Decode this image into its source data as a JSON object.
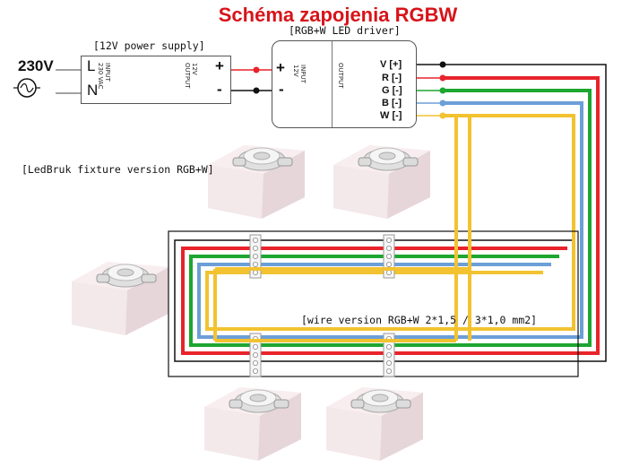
{
  "title": "Schéma zapojenia RGBW",
  "colors": {
    "title": "#d7141a",
    "red": "#e8232a",
    "green": "#1da630",
    "blue": "#6b9fd8",
    "yellow": "#f2c230",
    "black": "#111111"
  },
  "mains": {
    "voltage": "230V",
    "l": "L",
    "n": "N"
  },
  "power_supply": {
    "label": "[12V power supply]",
    "input_text": "INPUT",
    "input_vac": "230 VAC",
    "output_text": "OUTPUT",
    "output_v": "12V",
    "plus": "+",
    "minus": "-"
  },
  "driver": {
    "label": "[RGB+W LED driver]",
    "input_text": "INPUT",
    "input_v": "12V",
    "output_text": "OUTPUT",
    "plus": "+",
    "minus": "-",
    "channels": [
      "V [+]",
      "R [-]",
      "G [-]",
      "B [-]",
      "W [-]"
    ]
  },
  "fixture_label": "[LedBruk fixture version RGB+W]",
  "wire_label": "[wire version RGB+W 2*1,5 / 3*1,0 mm2]"
}
